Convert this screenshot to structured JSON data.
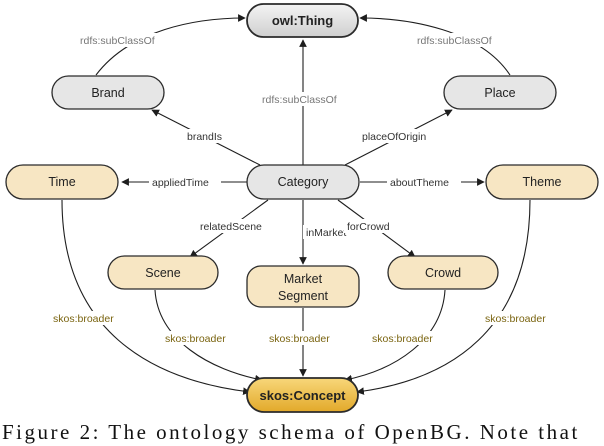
{
  "nodes": {
    "owl_thing": "owl:Thing",
    "brand": "Brand",
    "place": "Place",
    "category": "Category",
    "time": "Time",
    "theme": "Theme",
    "scene": "Scene",
    "market_segment_line1": "Market",
    "market_segment_line2": "Segment",
    "crowd": "Crowd",
    "skos_concept": "skos:Concept"
  },
  "edges": {
    "brand_subclass": "rdfs:subClassOf",
    "place_subclass": "rdfs:subClassOf",
    "category_subclass": "rdfs:subClassOf",
    "brand_is": "brandIs",
    "place_of_origin": "placeOfOrigin",
    "applied_time": "appliedTime",
    "about_theme": "aboutTheme",
    "related_scene": "relatedScene",
    "in_market": "inMarket*",
    "for_crowd": "forCrowd",
    "broader_time": "skos:broader",
    "broader_scene": "skos:broader",
    "broader_market": "skos:broader",
    "broader_crowd": "skos:broader",
    "broader_theme": "skos:broader"
  },
  "colors": {
    "gray_fill": "#e6e6e6",
    "tan_fill": "#f7e6c3",
    "gold_fill": "#f1c24f",
    "stroke": "#2b2b2b"
  },
  "caption": "Figure 2:  The ontology schema of  OpenBG.  Note that"
}
